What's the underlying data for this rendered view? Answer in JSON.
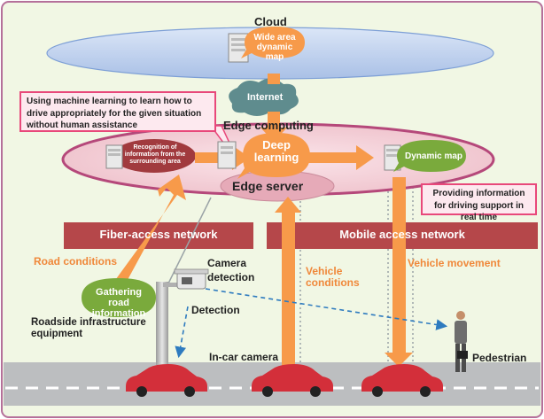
{
  "cloud": {
    "title": "Cloud",
    "map_label": "Wide area dynamic map"
  },
  "internet_label": "Internet",
  "edge": {
    "title": "Edge computing",
    "deep_learning": "Deep learning",
    "server": "Edge server",
    "dynamic_map": "Dynamic map",
    "recognition": "Recognition of information from the surrounding area"
  },
  "callouts": {
    "machine_learning": "Using machine learning to learn how to drive appropriately for the given situation without human assistance",
    "providing_info": "Providing information for driving support in real time"
  },
  "networks": {
    "fiber": "Fiber-access network",
    "mobile": "Mobile access network"
  },
  "flows": {
    "road_conditions": "Road conditions",
    "vehicle_conditions": "Vehicle conditions",
    "vehicle_movement": "Vehicle movement"
  },
  "roadside": {
    "gathering": "Gathering road information",
    "equipment": "Roadside infrastructure equipment",
    "camera_detection": "Camera detection",
    "detection": "Detection"
  },
  "road": {
    "in_car_camera": "In-car camera",
    "pedestrian": "Pedestrian"
  },
  "colors": {
    "frame": "#b5709a",
    "background": "#f1f7e4",
    "network_bar": "#b5474a",
    "arrow": "#f79a4a",
    "green_node": "#7aaa3c",
    "callout_border": "#e8487a",
    "road": "#bcbec0"
  }
}
